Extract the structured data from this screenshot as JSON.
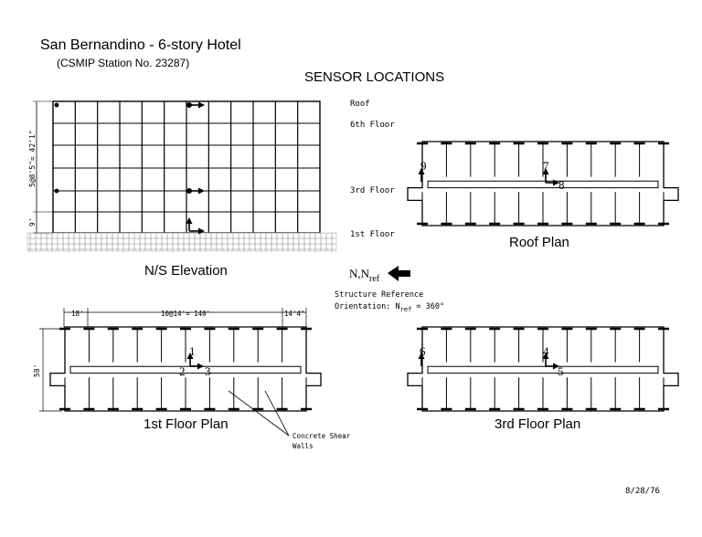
{
  "header": {
    "title": "San Bernandino - 6-story Hotel",
    "station": "(CSMIP Station No. 23287)",
    "sensor_heading": "SENSOR LOCATIONS"
  },
  "elevation": {
    "caption": "N/S Elevation",
    "height_dim": "5@8'5\"= 42'1\"",
    "ground_dim": "9'",
    "floor_labels": {
      "roof": "Roof",
      "sixth": "6th Floor",
      "third": "3rd Floor",
      "first": "1st Floor"
    }
  },
  "plans": {
    "roof": {
      "caption": "Roof Plan"
    },
    "first": {
      "caption": "1st Floor Plan",
      "dim_left": "18'",
      "dim_mid": "10@14'= 140'",
      "dim_right": "14'4\"",
      "dim_depth": "58'"
    },
    "third": {
      "caption": "3rd Floor Plan"
    }
  },
  "orientation": {
    "north_symbol": "N,N",
    "north_sub": "ref",
    "ref_line1": "Structure Reference",
    "ref_line2_prefix": "Orientation: N",
    "ref_line2_sub": "ref",
    "ref_line2_suffix": " = 360°"
  },
  "annotation": {
    "shear_line1": "Concrete Shear",
    "shear_line2": "Walls"
  },
  "sensors": {
    "s1": "1",
    "s2": "2",
    "s3": "3",
    "s4": "4",
    "s5": "5",
    "s6": "6",
    "s7": "7",
    "s8": "8",
    "s9": "9"
  },
  "footer": {
    "date": "8/28/76"
  }
}
